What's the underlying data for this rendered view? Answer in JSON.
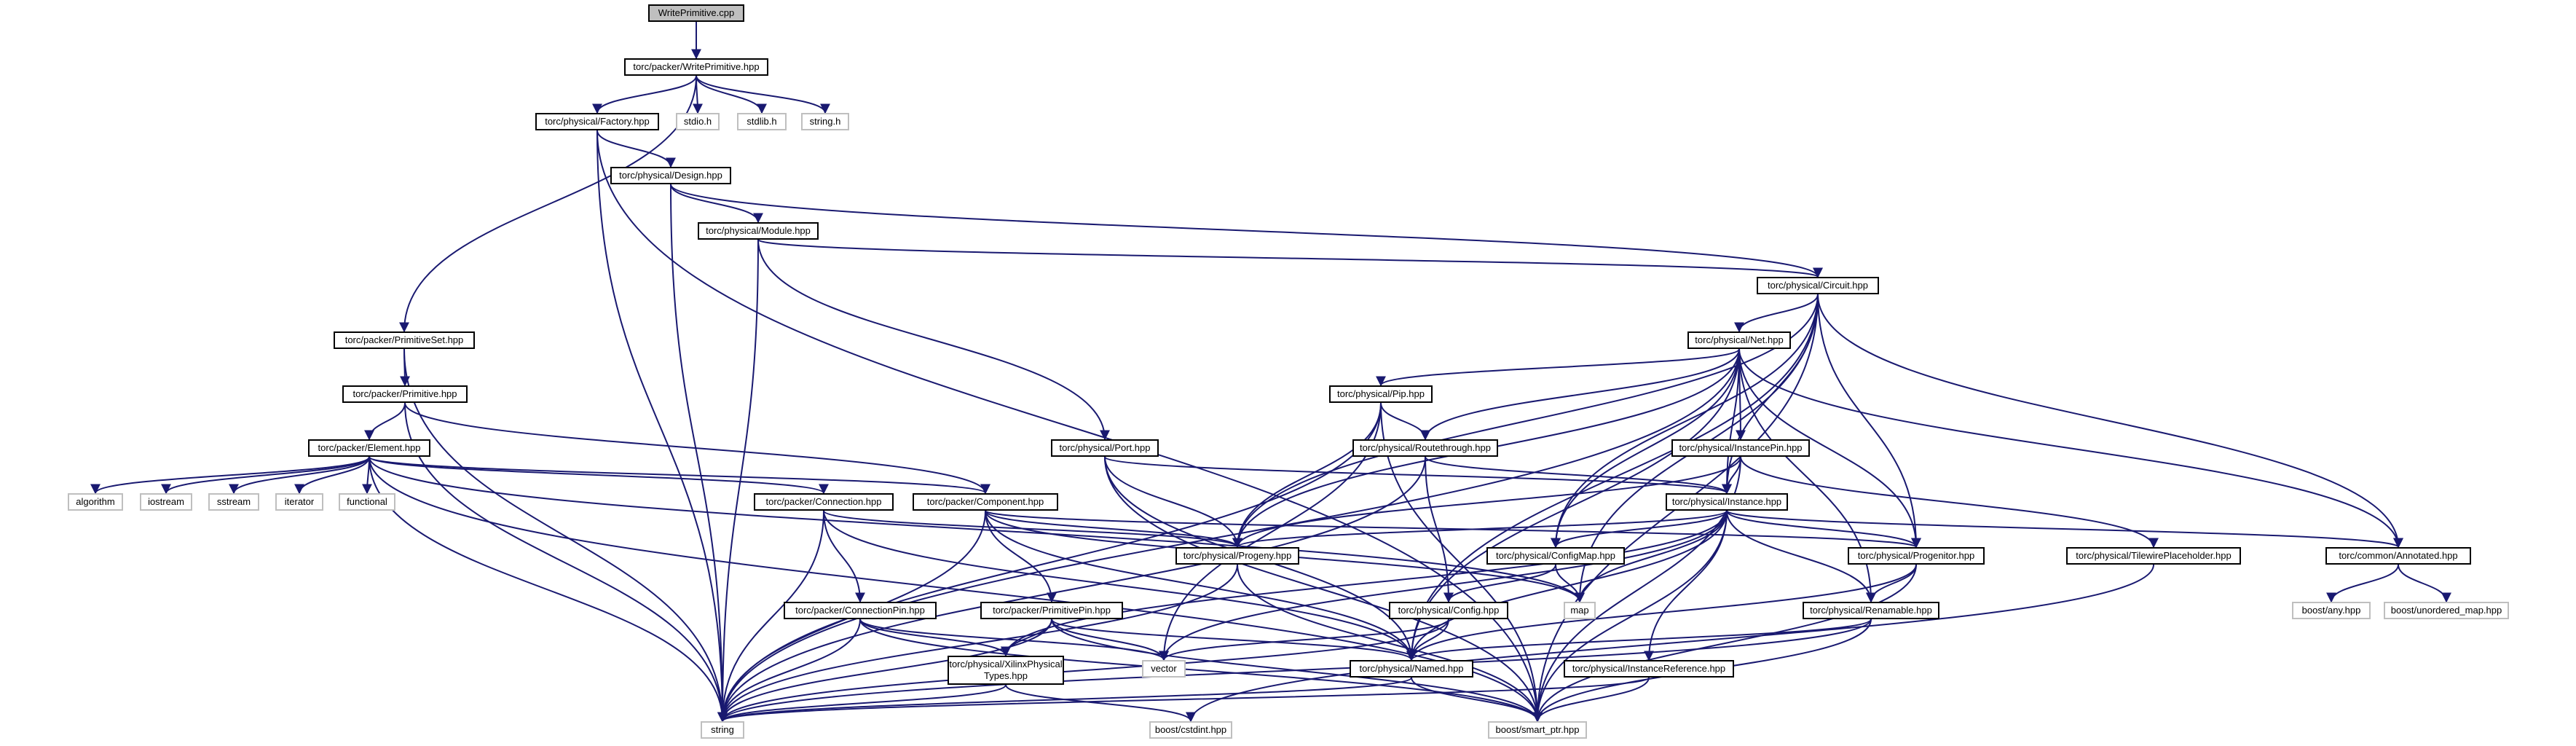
{
  "colors": {
    "edge": "#191970",
    "node_border": "#000000",
    "external_border": "#bfbfbf",
    "root_fill": "#bfbfbf"
  },
  "nodes": {
    "write_primitive_cpp": "WritePrimitive.cpp",
    "write_primitive_hpp": "torc/packer/WritePrimitive.hpp",
    "factory_hpp": "torc/physical/Factory.hpp",
    "stdio_h": "stdio.h",
    "stdlib_h": "stdlib.h",
    "string_h": "string.h",
    "design_hpp": "torc/physical/Design.hpp",
    "module_hpp": "torc/physical/Module.hpp",
    "circuit_hpp": "torc/physical/Circuit.hpp",
    "primitive_set_hpp": "torc/packer/PrimitiveSet.hpp",
    "primitive_hpp": "torc/packer/Primitive.hpp",
    "element_hpp": "torc/packer/Element.hpp",
    "net_hpp": "torc/physical/Net.hpp",
    "pip_hpp": "torc/physical/Pip.hpp",
    "port_hpp": "torc/physical/Port.hpp",
    "routethrough_hpp": "torc/physical/Routethrough.hpp",
    "instance_pin_hpp": "torc/physical/InstancePin.hpp",
    "algorithm": "algorithm",
    "iostream": "iostream",
    "sstream": "sstream",
    "iterator": "iterator",
    "functional": "functional",
    "connection_hpp": "torc/packer/Connection.hpp",
    "component_hpp": "torc/packer/Component.hpp",
    "instance_hpp": "torc/physical/Instance.hpp",
    "progeny_hpp": "torc/physical/Progeny.hpp",
    "config_map_hpp": "torc/physical/ConfigMap.hpp",
    "progenitor_hpp": "torc/physical/Progenitor.hpp",
    "tilewire_placeholder_hpp": "torc/physical/TilewirePlaceholder.hpp",
    "annotated_hpp": "torc/common/Annotated.hpp",
    "connection_pin_hpp": "torc/packer/ConnectionPin.hpp",
    "primitive_pin_hpp": "torc/packer/PrimitivePin.hpp",
    "config_hpp": "torc/physical/Config.hpp",
    "map": "map",
    "renamable_hpp": "torc/physical/Renamable.hpp",
    "boost_any_hpp": "boost/any.hpp",
    "boost_unordered_map_hpp": "boost/unordered_map.hpp",
    "xilinx_physical_types_hpp_line1": "torc/physical/XilinxPhysical",
    "xilinx_physical_types_hpp_line2": "Types.hpp",
    "vector": "vector",
    "named_hpp": "torc/physical/Named.hpp",
    "instance_reference_hpp": "torc/physical/InstanceReference.hpp",
    "string": "string",
    "boost_cstdint_hpp": "boost/cstdint.hpp",
    "boost_smart_ptr_hpp": "boost/smart_ptr.hpp"
  }
}
